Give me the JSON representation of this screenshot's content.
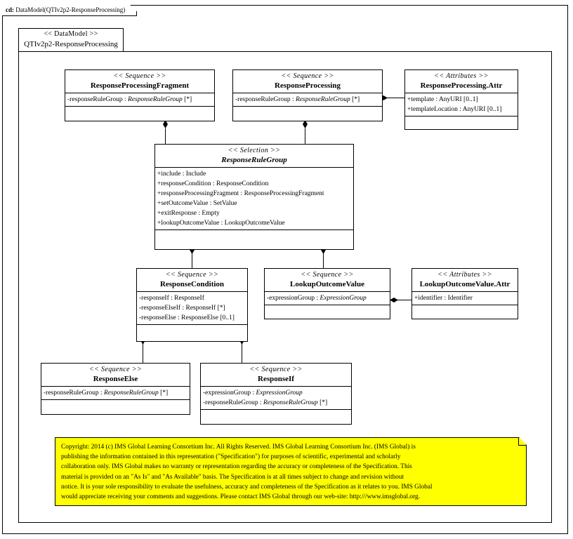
{
  "frame": {
    "kind_label": "cd:",
    "title": "DataModel(QTIv2p2-ResponseProcessing)"
  },
  "package": {
    "stereotype": "<< DataModel >>",
    "name": "QTIv2p2-ResponseProcessing"
  },
  "classes": [
    {
      "id": "response-processing-fragment",
      "stereotype": "<< Sequence >>",
      "name": "ResponseProcessingFragment",
      "abstract": false,
      "attributes": [
        {
          "visibility": "-",
          "name": "responseRuleGroup",
          "sep": " : ",
          "type": "ResponseRuleGroup",
          "type_italic": true,
          "multiplicity": " [*]"
        }
      ]
    },
    {
      "id": "response-processing",
      "stereotype": "<< Sequence >>",
      "name": "ResponseProcessing",
      "abstract": false,
      "attributes": [
        {
          "visibility": "-",
          "name": "responseRuleGroup",
          "sep": " : ",
          "type": "ResponseRuleGroup",
          "type_italic": true,
          "multiplicity": " [*]"
        }
      ]
    },
    {
      "id": "response-processing-attr",
      "stereotype": "<< Attributes >>",
      "name": "ResponseProcessing.Attr",
      "abstract": false,
      "attributes": [
        {
          "visibility": "+",
          "name": "template",
          "sep": " : ",
          "type": "AnyURI",
          "type_italic": false,
          "multiplicity": " [0..1]"
        },
        {
          "visibility": "+",
          "name": "templateLocation",
          "sep": " : ",
          "type": "AnyURI",
          "type_italic": false,
          "multiplicity": " [0..1]"
        }
      ]
    },
    {
      "id": "response-rule-group",
      "stereotype": "<< Selection >>",
      "name": "ResponseRuleGroup",
      "abstract": true,
      "attributes": [
        {
          "visibility": "+",
          "name": "include",
          "sep": " : ",
          "type": "Include",
          "type_italic": false,
          "multiplicity": ""
        },
        {
          "visibility": "+",
          "name": "responseCondition",
          "sep": " : ",
          "type": "ResponseCondition",
          "type_italic": false,
          "multiplicity": ""
        },
        {
          "visibility": "+",
          "name": "responseProcessingFragment",
          "sep": " : ",
          "type": "ResponseProcessingFragment",
          "type_italic": false,
          "multiplicity": ""
        },
        {
          "visibility": "+",
          "name": "setOutcomeValue",
          "sep": " : ",
          "type": "SetValue",
          "type_italic": false,
          "multiplicity": ""
        },
        {
          "visibility": "+",
          "name": "exitResponse",
          "sep": " : ",
          "type": "Empty",
          "type_italic": false,
          "multiplicity": ""
        },
        {
          "visibility": "+",
          "name": "lookupOutcomeValue",
          "sep": " : ",
          "type": "LookupOutcomeValue",
          "type_italic": false,
          "multiplicity": ""
        }
      ]
    },
    {
      "id": "response-condition",
      "stereotype": "<< Sequence >>",
      "name": "ResponseCondition",
      "abstract": false,
      "attributes": [
        {
          "visibility": "-",
          "name": "responseIf",
          "sep": " : ",
          "type": "ResponseIf",
          "type_italic": false,
          "multiplicity": ""
        },
        {
          "visibility": "-",
          "name": "responseElseIf",
          "sep": " : ",
          "type": "ResponseIf",
          "type_italic": false,
          "multiplicity": " [*]"
        },
        {
          "visibility": "-",
          "name": "responseElse",
          "sep": " : ",
          "type": "ResponseElse",
          "type_italic": false,
          "multiplicity": " [0..1]"
        }
      ]
    },
    {
      "id": "lookup-outcome-value",
      "stereotype": "<< Sequence >>",
      "name": "LookupOutcomeValue",
      "abstract": false,
      "attributes": [
        {
          "visibility": "-",
          "name": "expressionGroup",
          "sep": " : ",
          "type": "ExpressionGroup",
          "type_italic": true,
          "multiplicity": ""
        }
      ]
    },
    {
      "id": "lookup-outcome-value-attr",
      "stereotype": "<< Attributes >>",
      "name": "LookupOutcomeValue.Attr",
      "abstract": false,
      "attributes": [
        {
          "visibility": "+",
          "name": "identifier",
          "sep": " : ",
          "type": "Identifier",
          "type_italic": false,
          "multiplicity": ""
        }
      ]
    },
    {
      "id": "response-else",
      "stereotype": "<< Sequence >>",
      "name": "ResponseElse",
      "abstract": false,
      "attributes": [
        {
          "visibility": "-",
          "name": "responseRuleGroup",
          "sep": " : ",
          "type": "ResponseRuleGroup",
          "type_italic": true,
          "multiplicity": " [*]"
        }
      ]
    },
    {
      "id": "response-if",
      "stereotype": "<< Sequence >>",
      "name": "ResponseIf",
      "abstract": false,
      "attributes": [
        {
          "visibility": "-",
          "name": "expressionGroup",
          "sep": " : ",
          "type": "ExpressionGroup",
          "type_italic": true,
          "multiplicity": ""
        },
        {
          "visibility": "-",
          "name": "responseRuleGroup",
          "sep": " : ",
          "type": "ResponseRuleGroup",
          "type_italic": true,
          "multiplicity": " [*]"
        }
      ]
    }
  ],
  "note": {
    "background_color": "#ffff00",
    "lines": [
      "Copyright: 2014 (c) IMS Global Learning Consortium Inc.  All Rights Reserved.  IMS Global Learning Consortium Inc. (IMS Global) is",
      "publishing the information contained in this representation (\"Specification\") for purposes of scientific, experimental and scholarly",
      "collaboration only.  IMS Global makes no warranty or representation regarding the accuracy or completeness of the Specification.  This",
      "material is provided on an \"As Is\" and \"As Available\" basis.  The Specification is at all times subject to change and revision without",
      "notice.  It is your sole responsibility to evaluate the usefulness, accuracy and completeness of the Specification as it relates to you.  IMS Global",
      "would appreciate receiving your comments and suggestions.  Please contact IMS Global through our web-site: http:///www.imsglobal.org."
    ]
  },
  "colors": {
    "line": "#000000",
    "background": "#ffffff",
    "note": "#ffff00"
  }
}
